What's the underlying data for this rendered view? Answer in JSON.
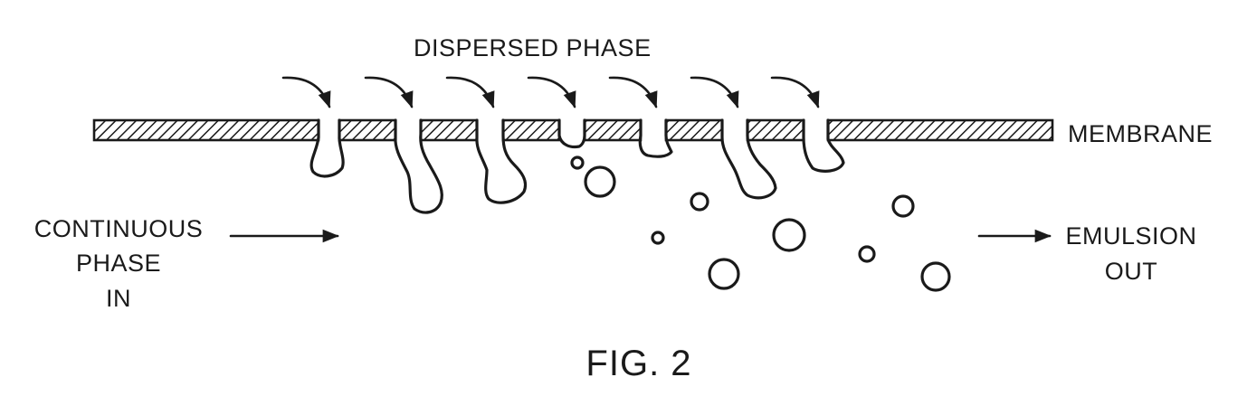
{
  "labels": {
    "dispersed_phase": "DISPERSED PHASE",
    "membrane": "MEMBRANE",
    "continuous_phase": [
      "CONTINUOUS",
      "PHASE",
      "IN"
    ],
    "emulsion_out": [
      "EMULSION",
      "OUT"
    ],
    "figure_caption": "FIG. 2"
  },
  "colors": {
    "ink": "#1a1a1a",
    "background": "#ffffff"
  }
}
